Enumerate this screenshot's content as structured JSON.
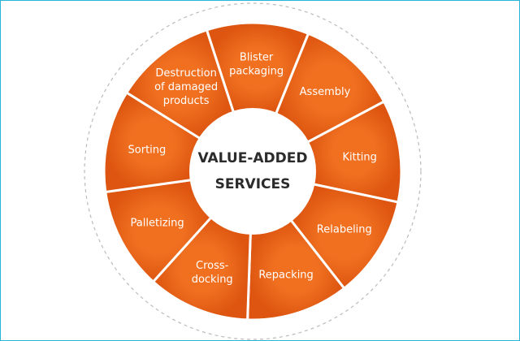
{
  "diagram": {
    "center_label_lines": [
      "VALUE-ADDED",
      "SERVICES"
    ],
    "segments": [
      {
        "name": "blister-packaging",
        "lines": [
          "Blister",
          "packaging"
        ]
      },
      {
        "name": "assembly",
        "lines": [
          "Assembly"
        ]
      },
      {
        "name": "kitting",
        "lines": [
          "Kitting"
        ]
      },
      {
        "name": "relabeling",
        "lines": [
          "Relabeling"
        ]
      },
      {
        "name": "repacking",
        "lines": [
          "Repacking"
        ]
      },
      {
        "name": "cross-docking",
        "lines": [
          "Cross-",
          "docking"
        ]
      },
      {
        "name": "palletizing",
        "lines": [
          "Palletizing"
        ]
      },
      {
        "name": "sorting",
        "lines": [
          "Sorting"
        ]
      },
      {
        "name": "destruction",
        "lines": [
          "Destruction",
          "of damaged",
          "products"
        ]
      }
    ],
    "colors": {
      "outer_light": "#f07020",
      "outer_dark": "#dd5510",
      "center_fill": "#ffffff",
      "divider": "#ffffff",
      "dashed_ring": "#bbbbbb",
      "frame_border": "#29b6d6"
    }
  }
}
